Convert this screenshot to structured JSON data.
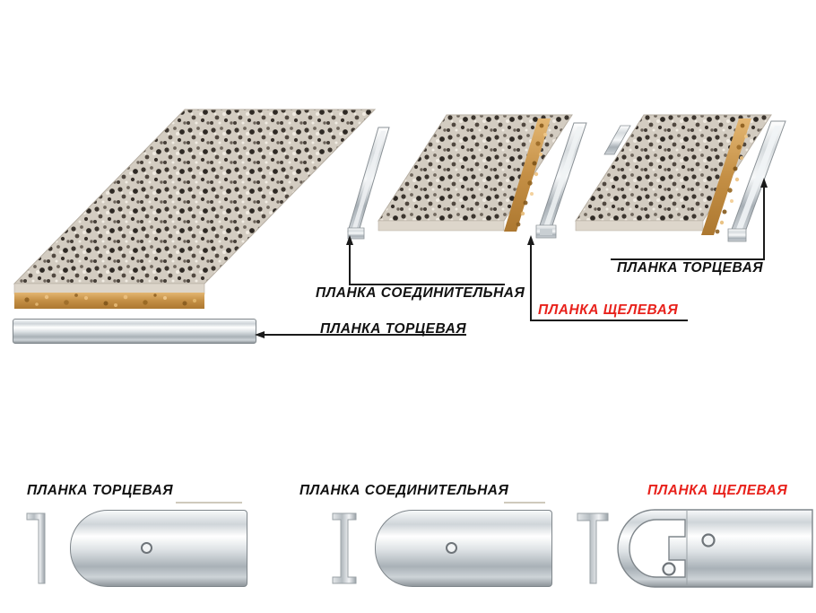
{
  "diagram": {
    "title_language": "ru",
    "subject": "Countertop joining / edge strips (планки) for kitchen worktops",
    "colors": {
      "label_black": "#111111",
      "label_red": "#e8221c",
      "leader_line": "#1a1a1a",
      "granite_base": "#cfc7bb",
      "chipboard": "#c99a4f",
      "metal_light": "#f4f6f7",
      "metal_dark": "#8d9499",
      "soft_underline": "#cfcabc",
      "background": "#ffffff"
    }
  },
  "top_scene": {
    "description": "Three granite-laminate countertop slabs shown in perspective, separated by aluminium strips, with callout labels",
    "labels": [
      {
        "id": "connecting-strip",
        "text": "ПЛАНКА СОЕДИНИТЕЛЬНАЯ",
        "color": "black",
        "leader": "elbow-up-arrow"
      },
      {
        "id": "end-strip-left",
        "text": "ПЛАНКА ТОРЦЕВАЯ",
        "color": "black",
        "leader": "horizontal-left-arrow"
      },
      {
        "id": "slot-strip",
        "text": "ПЛАНКА ЩЕЛЕВАЯ",
        "color": "red",
        "leader": "elbow-up-arrow"
      },
      {
        "id": "end-strip-right",
        "text": "ПЛАНКА ТОРЦЕВАЯ",
        "color": "black",
        "leader": "elbow-up-arrow"
      }
    ]
  },
  "bottom_scene": {
    "description": "Three strip types shown flat: cross-section profile on the left, long bar on the right",
    "items": [
      {
        "id": "end-strip",
        "label": "ПЛАНКА ТОРЦЕВАЯ",
        "color": "black",
        "profile": "L-shape (inverted L / Г)",
        "has_underline": true,
        "bar_end": "rounded",
        "holes": 1
      },
      {
        "id": "connecting-strip",
        "label": "ПЛАНКА СОЕДИНИТЕЛЬНАЯ",
        "color": "black",
        "profile": "I-beam",
        "has_underline": true,
        "bar_end": "rounded",
        "holes": 1
      },
      {
        "id": "slot-strip",
        "label": "ПЛАНКА ЩЕЛЕВАЯ",
        "color": "red",
        "profile": "T-shape",
        "has_underline": false,
        "bar_end": "C-hook",
        "holes": 2
      }
    ]
  }
}
